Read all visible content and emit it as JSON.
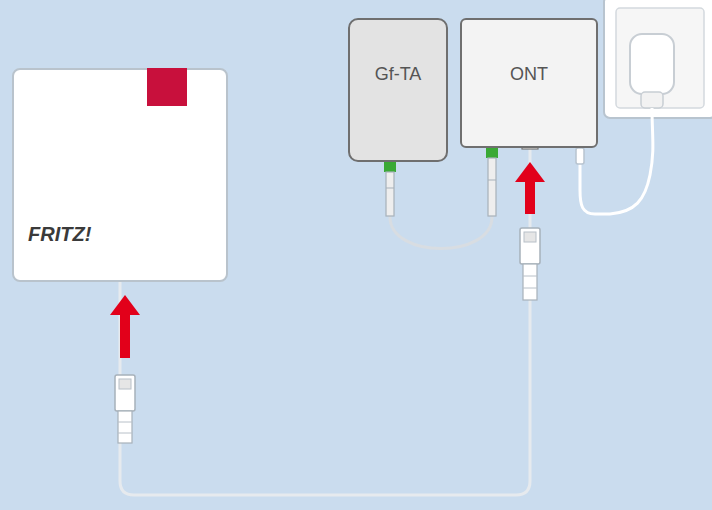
{
  "diagram": {
    "nodes": [
      {
        "text": [
          "FRITZ!"
        ]
      },
      {
        "text": [
          "Gf-TA"
        ]
      },
      {
        "text": [
          "ONT"
        ]
      }
    ],
    "edges": [
      {
        "from": 1,
        "to": 2,
        "arrow": "none"
      },
      {
        "from": 0,
        "to": 2,
        "arrow": "none"
      }
    ]
  }
}
